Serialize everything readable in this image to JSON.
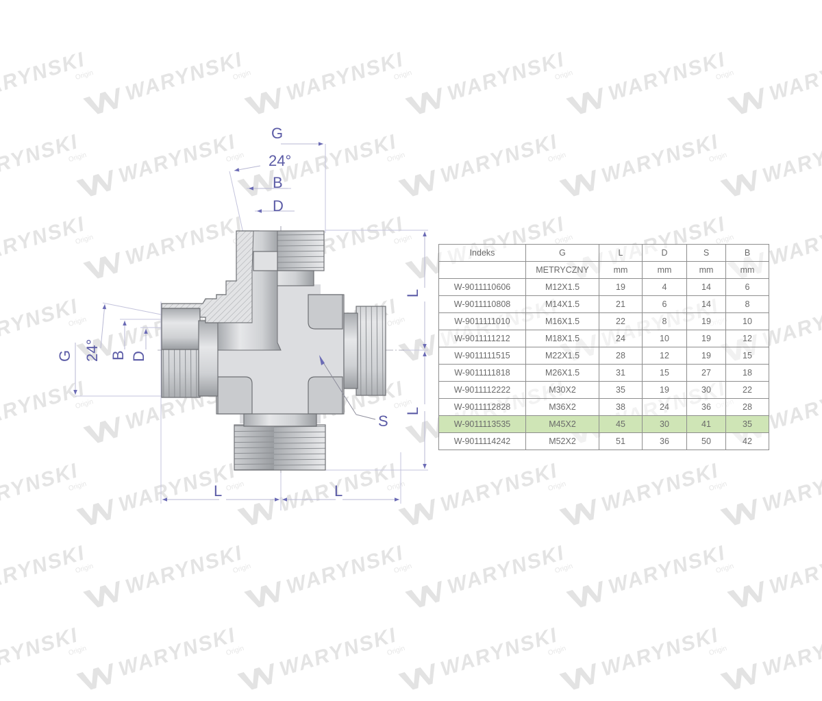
{
  "watermark": {
    "brand": "WARYNSKI",
    "sub": "Origin",
    "color": "#e4e4e4"
  },
  "drawing": {
    "title": "Hydraulic cross fitting (4-way, male thread 24° cone)",
    "dimension_labels": {
      "top_G": "G",
      "top_angle": "24°",
      "top_B": "B",
      "top_D": "D",
      "left_G": "G",
      "left_angle": "24°",
      "left_B": "B",
      "left_D": "D",
      "right_L_upper": "L",
      "right_L_lower": "L",
      "bottom_L_left": "L",
      "bottom_L_right": "L",
      "wrench_S": "S"
    },
    "colors": {
      "dimension": "#5b5ba6",
      "dim_line": "#b7b7d3",
      "body": "#d3d5d8",
      "body_dark": "#9fa2a6",
      "outline": "#6e7074",
      "hatch": "#c7c9cc"
    }
  },
  "table": {
    "header": [
      "Indeks",
      "G",
      "L",
      "D",
      "S",
      "B"
    ],
    "units": [
      "",
      "METRYCZNY",
      "mm",
      "mm",
      "mm",
      "mm"
    ],
    "rows": [
      [
        "W-9011110606",
        "M12X1.5",
        "19",
        "4",
        "14",
        "6"
      ],
      [
        "W-9011110808",
        "M14X1.5",
        "21",
        "6",
        "14",
        "8"
      ],
      [
        "W-9011111010",
        "M16X1.5",
        "22",
        "8",
        "19",
        "10"
      ],
      [
        "W-9011111212",
        "M18X1.5",
        "24",
        "10",
        "19",
        "12"
      ],
      [
        "W-9011111515",
        "M22X1.5",
        "28",
        "12",
        "19",
        "15"
      ],
      [
        "W-9011111818",
        "M26X1.5",
        "31",
        "15",
        "27",
        "18"
      ],
      [
        "W-9011112222",
        "M30X2",
        "35",
        "19",
        "30",
        "22"
      ],
      [
        "W-9011112828",
        "M36X2",
        "38",
        "24",
        "36",
        "28"
      ],
      [
        "W-9011113535",
        "M45X2",
        "45",
        "30",
        "41",
        "35"
      ],
      [
        "W-9011114242",
        "M52X2",
        "51",
        "36",
        "50",
        "42"
      ]
    ],
    "highlighted_row_index": 8,
    "highlight_color": "#cfe5b6"
  }
}
